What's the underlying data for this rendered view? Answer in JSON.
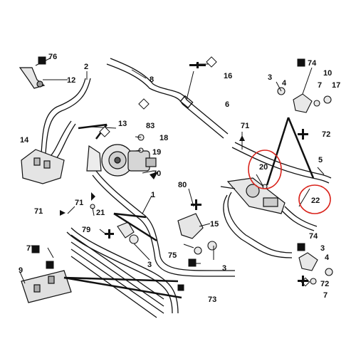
{
  "diagram": {
    "part_labels": {
      "p76": "76",
      "p12": "12",
      "p2": "2",
      "p8": "8",
      "p16": "16",
      "p3a": "3",
      "p74a": "74",
      "p10": "10",
      "p4a": "4",
      "p17": "17",
      "p7a": "7",
      "p72a": "72",
      "p13": "13",
      "p83": "83",
      "p6": "6",
      "p71a": "71",
      "p14": "14",
      "p18": "18",
      "p19": "19",
      "p70": "70",
      "p20": "20",
      "p5": "5",
      "p22": "22",
      "p80": "80",
      "p1": "1",
      "p71b": "71",
      "p71c": "71",
      "p21": "21",
      "p79": "79",
      "p15": "15",
      "p74b": "74",
      "p3b": "3",
      "p4b": "4",
      "p77": "77",
      "p75": "75",
      "p3c": "3",
      "p3d": "3",
      "p72b": "72",
      "p9": "9",
      "p7b": "7",
      "p73": "73"
    },
    "highlight_color": "#d9241c",
    "line_color": "#111111"
  }
}
